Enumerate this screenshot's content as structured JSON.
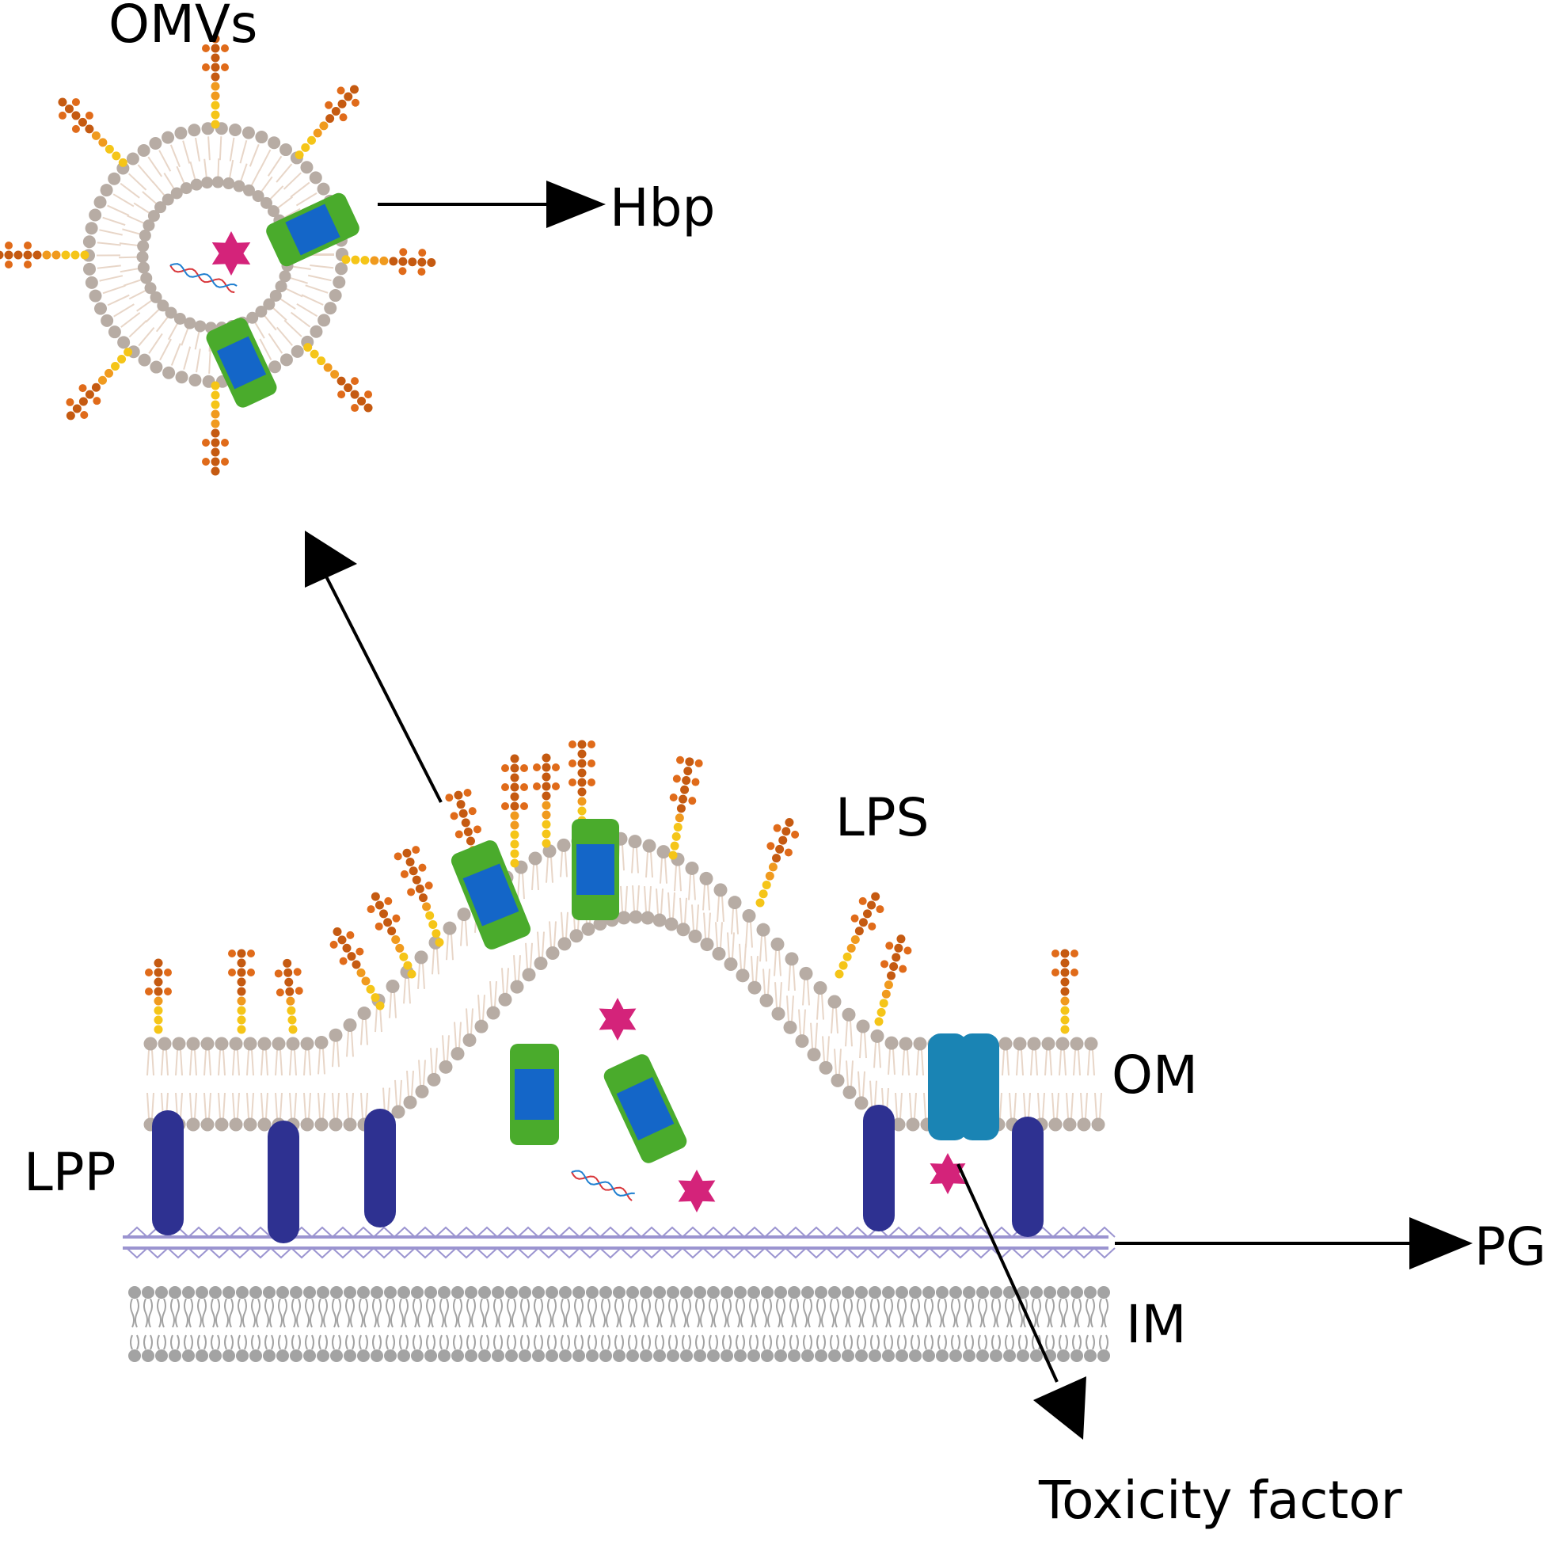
{
  "labels": {
    "omvs": "OMVs",
    "hbp": "Hbp",
    "lps": "LPS",
    "om": "OM",
    "lpp": "LPP",
    "pg": "PG",
    "im": "IM",
    "toxicity_factor": "Toxicity factor"
  },
  "colors": {
    "phospholipid_head": "#b7aca4",
    "inner_membrane_lipid": "#a3a3a3",
    "lipid_tail": "#e8d6c8",
    "lps_core": "#f5c518",
    "lps_link": "#f09a1e",
    "lps_o_antigen": "#c55a11",
    "lps_tip": "#e06b1a",
    "protein_outer": "#4aab2c",
    "protein_inner": "#1466c8",
    "lipoprotein": "#2e3191",
    "porin": "#1a84b4",
    "peptidoglycan": "#9b94d0",
    "toxin_star": "#d4237a",
    "dna_strand_a": "#d8363a",
    "dna_strand_b": "#1f7fd0",
    "arrow": "#000000"
  },
  "icons": {
    "toxin": "six-point-star-icon",
    "dna": "dna-helix-icon",
    "protein": "barrel-protein-icon",
    "porin": "porin-channel-icon"
  }
}
